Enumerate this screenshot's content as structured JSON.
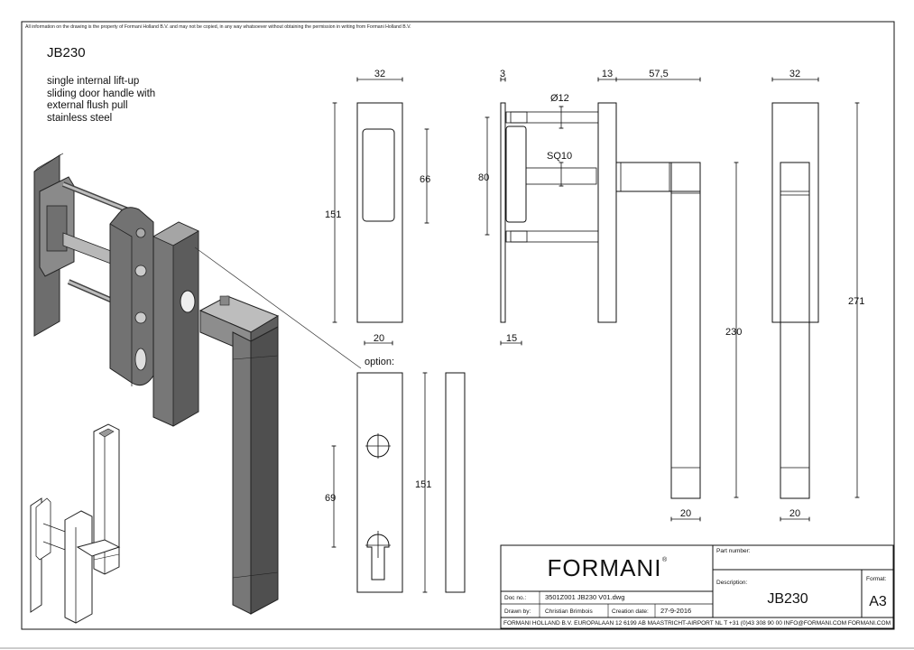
{
  "copyright_notice": "All information on the drawing is the property of Formani Holland B.V. and may not be copied, in any way whatsoever without obtaining the permission in writing from Formani Holland B.V.",
  "product": {
    "code": "JB230",
    "description_lines": [
      "single internal lift-up",
      "sliding door handle with",
      "external flush pull",
      "stainless steel"
    ]
  },
  "dimensions": {
    "pull_width": "32",
    "pull_height": "151",
    "pull_recess": "66",
    "pull_depth": "20",
    "option_label": "option:",
    "option_height": "151",
    "option_spacing": "69",
    "plate_thickness": "3",
    "rose_offset": "13",
    "handle_projection": "57,5",
    "spindle_diameter": "Ø12",
    "spindle_square": "SQ10",
    "rose_spacing": "80",
    "base_depth": "15",
    "handle_length": "230",
    "handle_width": "20",
    "rose_width": "32",
    "rose_height": "271",
    "rose_depth": "20"
  },
  "title_block": {
    "brand": "FORMANI",
    "brand_mark": "®",
    "part_number_label": "Part number:",
    "description_label": "Description:",
    "description_value": "JB230",
    "format_label": "Format:",
    "format_value": "A3",
    "doc_no_label": "Doc no.:",
    "doc_no_value": "3501Z001 JB230 V01.dwg",
    "drawn_by_label": "Drawn by:",
    "drawn_by_value": "Christian Brimbois",
    "creation_date_label": "Creation date:",
    "creation_date_value": "27-9-2016",
    "footer": "FORMANI HOLLAND B.V.  EUROPALAAN 12  6199 AB MAASTRICHT-AIRPORT NL  T +31 (0)43 308 90 00 INFO@FORMANI.COM FORMANI.COM"
  }
}
